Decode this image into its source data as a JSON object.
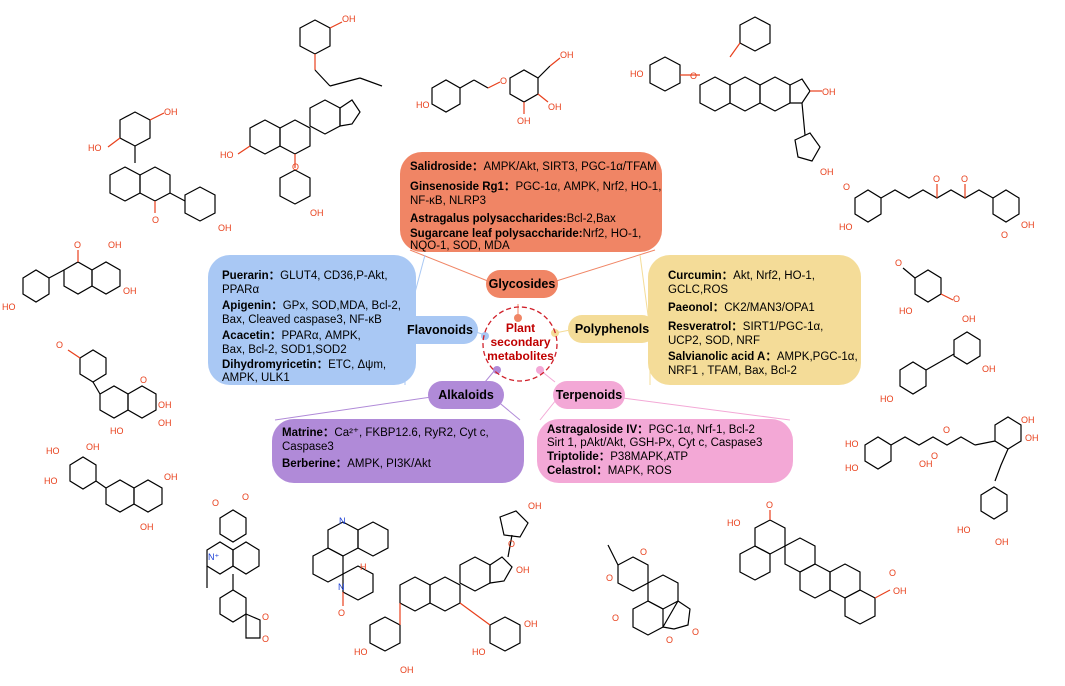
{
  "center": {
    "line1": "Plant",
    "line2": "secondary",
    "line3": "metabolites"
  },
  "colors": {
    "glycosides": "#f08565",
    "flavonoids": "#a9c8f4",
    "polyphenols": "#f4dc98",
    "alkaloids": "#b08ad8",
    "terpenoids": "#f3a8d6",
    "atom": "#e8401c"
  },
  "categories": {
    "glycosides": "Glycosides",
    "flavonoids": "Flavonoids",
    "polyphenols": "Polyphenols",
    "alkaloids": "Alkaloids",
    "terpenoids": "Terpenoids"
  },
  "glycosides": [
    {
      "name": "Salidroside：",
      "l1": "AMPK/Akt, SIRT3, PGC-1α/TFAM",
      "l2": ""
    },
    {
      "name": "Ginsenoside Rg1：",
      "l1": "PGC-1α, AMPK, Nrf2, HO-1,",
      "l2": "NF-κB, NLRP3"
    },
    {
      "name": "Astragalus polysaccharides:",
      "l1": "Bcl-2,Bax",
      "l2": ""
    },
    {
      "name": "Sugarcane leaf polysaccharide:",
      "l1": "Nrf2, HO-1,",
      "l2": "NQO-1, SOD, MDA"
    }
  ],
  "flavonoids": [
    {
      "name": "Puerarin：",
      "l1": "GLUT4, CD36,P-Akt,",
      "l2": "PPARα"
    },
    {
      "name": "Apigenin：",
      "l1": "GPx, SOD,MDA, Bcl-2,",
      "l2": "Bax, Cleaved caspase3, NF-κB"
    },
    {
      "name": "Acacetin：",
      "l1": "PPARα, AMPK,",
      "l2": "Bax, Bcl-2, SOD1,SOD2"
    },
    {
      "name": "Dihydromyricetin：",
      "l1": "ETC, Δψm,",
      "l2": "AMPK, ULK1"
    }
  ],
  "polyphenols": [
    {
      "name": "Curcumin：",
      "l1": "Akt, Nrf2, HO-1,",
      "l2": "GCLC,ROS"
    },
    {
      "name": "Paeonol：",
      "l1": "CK2/MAN3/OPA1",
      "l2": ""
    },
    {
      "name": "Resveratrol：",
      "l1": "SIRT1/PGC-1α,",
      "l2": "UCP2, SOD, NRF"
    },
    {
      "name": "Salvianolic acid A：",
      "l1": "AMPK,PGC-1α,",
      "l2": "NRF1 , TFAM, Bax, Bcl-2"
    }
  ],
  "alkaloids": [
    {
      "name": "Matrine：",
      "l1": "Ca²⁺, FKBP12.6, RyR2, Cyt c,",
      "l2": "Caspase3"
    },
    {
      "name": "Berberine：",
      "l1": "AMPK, PI3K/Akt",
      "l2": ""
    }
  ],
  "terpenoids": [
    {
      "name": "Astragaloside IV：",
      "l1": "PGC-1α, Nrf-1, Bcl-2",
      "l2": "Sirt 1, pAkt/Akt, GSH-Px, Cyt c, Caspase3"
    },
    {
      "name": "Triptolide：",
      "l1": "P38MAPK,ATP",
      "l2": ""
    },
    {
      "name": "Celastrol：",
      "l1": "MAPK, ROS",
      "l2": ""
    }
  ],
  "atoms": {
    "oh": "OH",
    "ho": "HO",
    "o": "O",
    "h": "H",
    "n": "N",
    "nplus": "N⁺"
  }
}
